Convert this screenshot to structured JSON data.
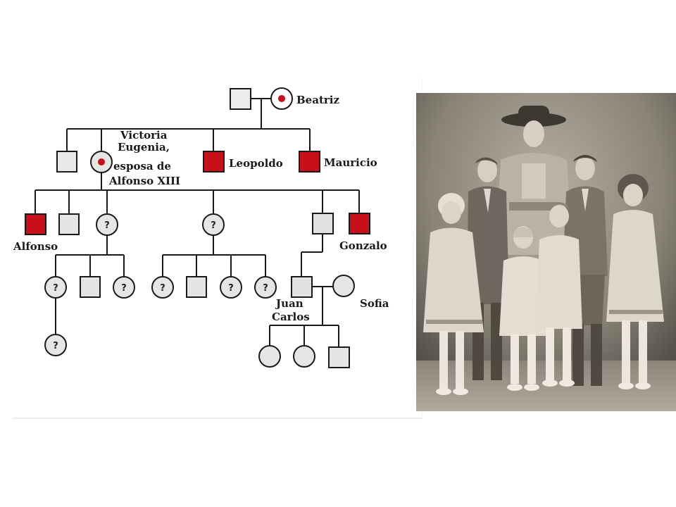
{
  "colors": {
    "affected": "#c8101a",
    "carrier_dot": "#c8101a",
    "line": "#1a1a1a",
    "unknown_fill": "#e4e4e4",
    "photo_sepia": "#8a8478"
  },
  "pedigree": {
    "labels": {
      "beatriz": "Beatriz",
      "victoria_line1": "Victoria",
      "victoria_line2": "Eugenia,",
      "victoria_line3": "esposa de",
      "victoria_line4": "Alfonso XIII",
      "leopoldo": "Leopoldo",
      "mauricio": "Mauricio",
      "alfonso": "Alfonso",
      "gonzalo": "Gonzalo",
      "juan_line1": "Juan",
      "juan_line2": "Carlos",
      "sofia": "Sofia"
    },
    "unknown_mark": "?"
  },
  "photo": {
    "subject": "family-portrait-photo"
  }
}
